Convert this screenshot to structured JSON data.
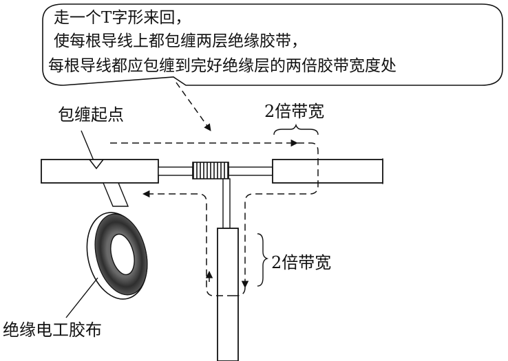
{
  "callout": {
    "lines": [
      "走一个T字形来回，",
      "使每根导线上都包缠两层绝缘胶带，",
      "每根导线都应包缠到完好绝缘层的两倍胶带宽度处"
    ]
  },
  "labels": {
    "start_point": "包缠起点",
    "double_width_top": "2倍带宽",
    "double_width_right": "2倍带宽",
    "tape": "绝缘电工胶布"
  },
  "colors": {
    "stroke": "#111111",
    "insulation_fill": "#c8c8c8",
    "tape_dark": "#3a3a3a",
    "tape_light": "#8a8a8a"
  }
}
